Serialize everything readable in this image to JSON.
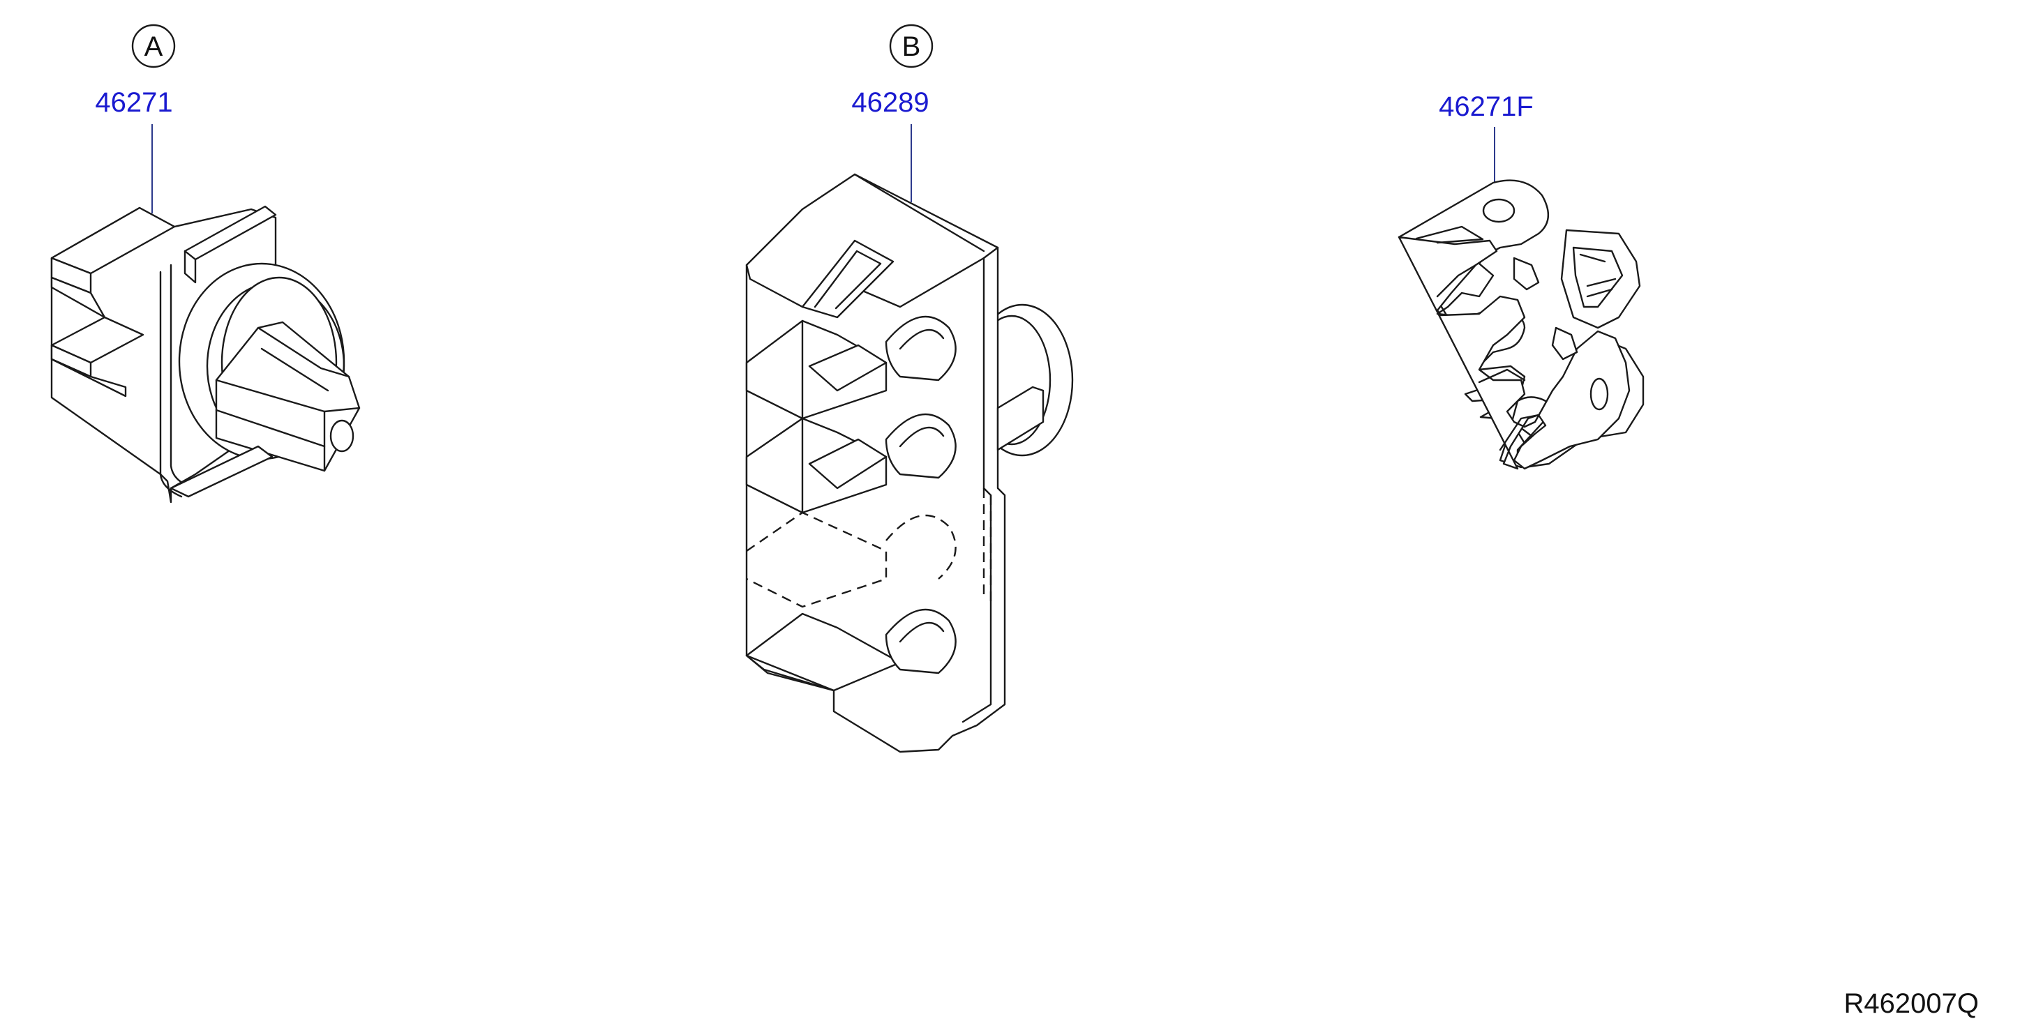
{
  "colors": {
    "part_number": "#1a1ad0",
    "reference": "#111111"
  },
  "callouts": [
    {
      "mark": "A",
      "part_number": "46271"
    },
    {
      "mark": "B",
      "part_number": "46289"
    },
    {
      "mark": "",
      "part_number": "46271F"
    }
  ],
  "reference_code": "R462007Q"
}
